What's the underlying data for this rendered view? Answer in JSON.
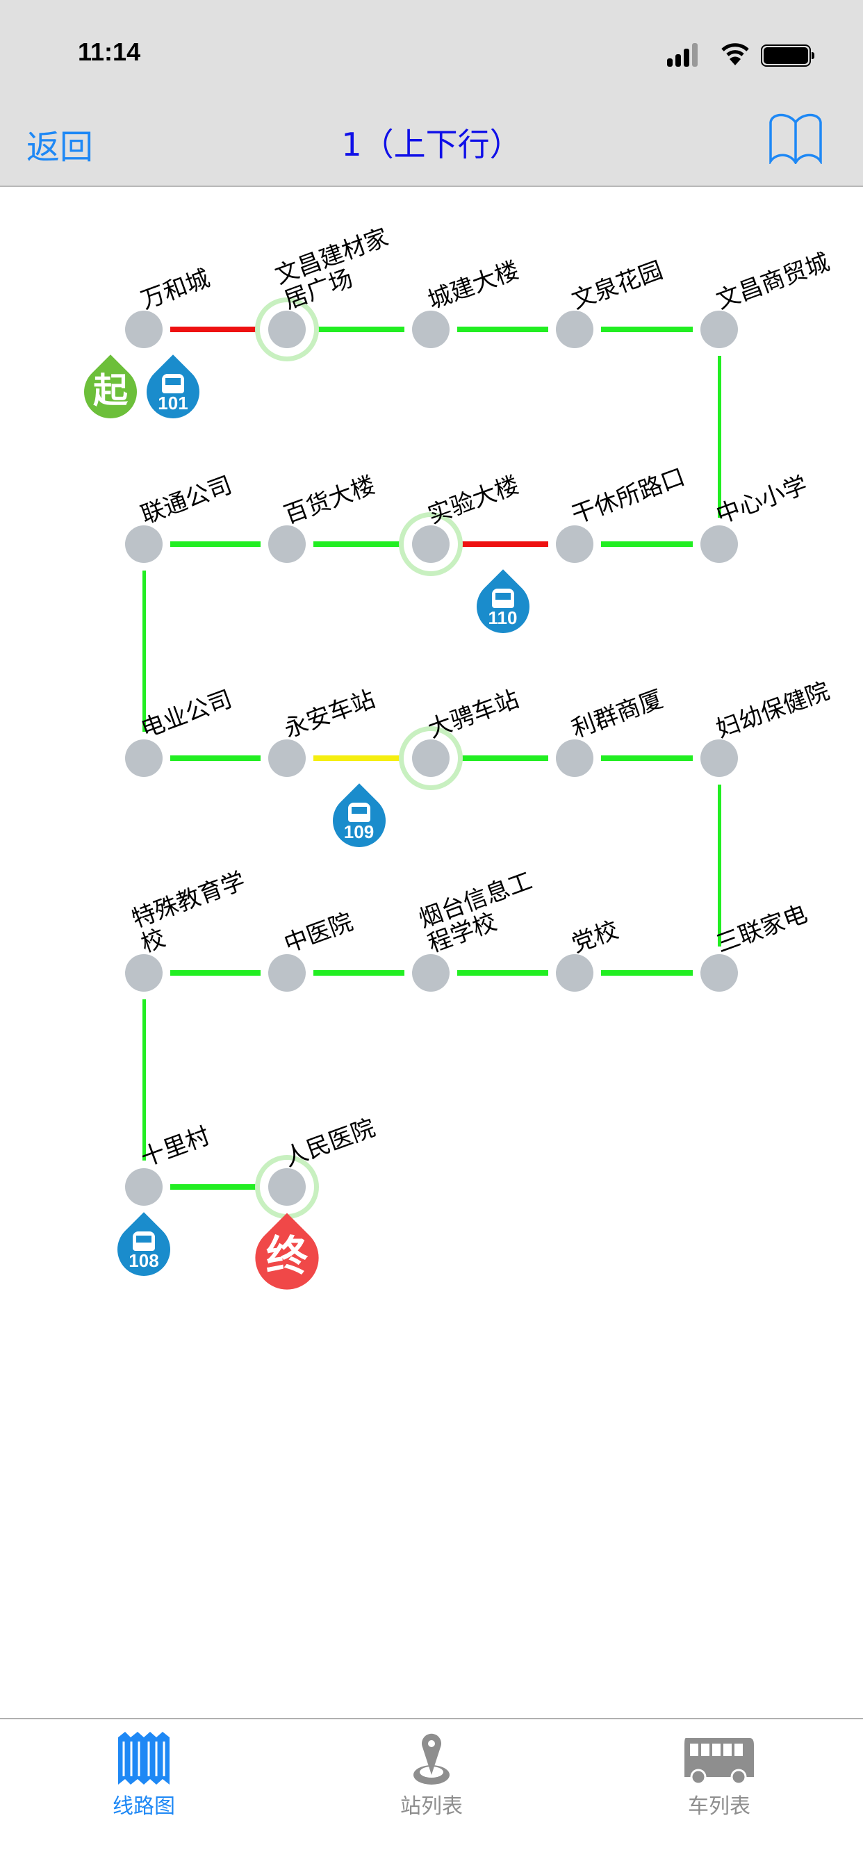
{
  "status_bar": {
    "time": "11:14"
  },
  "nav": {
    "back_label": "返回",
    "title": "1（上下行）",
    "book_icon": "book-icon"
  },
  "colors": {
    "accent": "#1e88f5",
    "normal": "#22ee22",
    "congested": "#ee1111",
    "slow": "#f5ee10",
    "bus_pin": "#1a8ccc",
    "start_pin": "#6cbf3a",
    "end_pin": "#f04848"
  },
  "stations": [
    {
      "name": "万和城"
    },
    {
      "name": "文昌建材家\n居广场",
      "hl": true
    },
    {
      "name": "城建大楼"
    },
    {
      "name": "文泉花园"
    },
    {
      "name": "文昌商贸城"
    },
    {
      "name": "中心小学"
    },
    {
      "name": "干休所路口"
    },
    {
      "name": "实验大楼",
      "hl": true
    },
    {
      "name": "百货大楼"
    },
    {
      "name": "联通公司"
    },
    {
      "name": "电业公司"
    },
    {
      "name": "永安车站"
    },
    {
      "name": "大骋车站",
      "hl": true
    },
    {
      "name": "利群商厦"
    },
    {
      "name": "妇幼保健院"
    },
    {
      "name": "三联家电"
    },
    {
      "name": "党校"
    },
    {
      "name": "烟台信息工\n程学校"
    },
    {
      "name": "中医院"
    },
    {
      "name": "特殊教育学\n校"
    },
    {
      "name": "十里村"
    },
    {
      "name": "人民医院",
      "hl": true
    }
  ],
  "segments": [
    "congested",
    "normal",
    "normal",
    "normal",
    "normal",
    "normal",
    "congested",
    "normal",
    "normal",
    "normal",
    "normal",
    "slow",
    "normal",
    "normal",
    "normal",
    "normal",
    "normal",
    "normal",
    "normal",
    "normal",
    "normal"
  ],
  "start_pin": {
    "label": "起",
    "station": 0
  },
  "end_pin": {
    "label": "终",
    "station": 21
  },
  "buses": [
    {
      "number": "101",
      "from": 0,
      "to": 0
    },
    {
      "number": "110",
      "from": 6,
      "to": 7
    },
    {
      "number": "109",
      "from": 11,
      "to": 12
    },
    {
      "number": "108",
      "from": 20,
      "to": 20
    }
  ],
  "tabs": [
    {
      "label": "线路图",
      "active": true
    },
    {
      "label": "站列表"
    },
    {
      "label": "车列表"
    }
  ]
}
